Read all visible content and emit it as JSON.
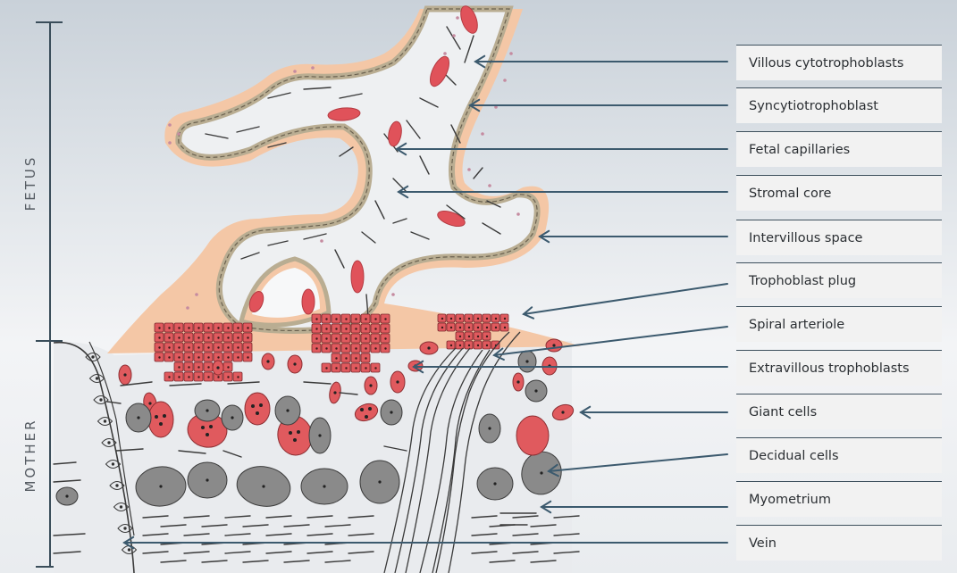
{
  "side_labels": {
    "fetus": "FETUS",
    "mother": "MOTHER"
  },
  "labels": [
    {
      "id": "villous-cytotrophoblasts",
      "text": "Villous cytotrophoblasts"
    },
    {
      "id": "syncytiotrophoblast",
      "text": "Syncytiotrophoblast"
    },
    {
      "id": "fetal-capillaries",
      "text": "Fetal capillaries"
    },
    {
      "id": "stromal-core",
      "text": "Stromal core"
    },
    {
      "id": "intervillous-space",
      "text": "Intervillous space"
    },
    {
      "id": "trophoblast-plug",
      "text": "Trophoblast plug"
    },
    {
      "id": "spiral-arteriole",
      "text": "Spiral arteriole"
    },
    {
      "id": "extravillous-trophoblasts",
      "text": "Extravillous trophoblasts"
    },
    {
      "id": "giant-cells",
      "text": "Giant cells"
    },
    {
      "id": "decidual-cells",
      "text": "Decidual cells"
    },
    {
      "id": "myometrium",
      "text": "Myometrium"
    },
    {
      "id": "vein",
      "text": "Vein"
    }
  ],
  "colors": {
    "arrow": "#3c5a6e",
    "syncytio": "#f4c7a6",
    "cyto": "#d9cdb4",
    "stroma": "#edeff1",
    "capillary": "#e0525a",
    "trophoblast": "#e05a5e",
    "decidual": "#8a8a8a",
    "ink": "#2f2f2f"
  }
}
